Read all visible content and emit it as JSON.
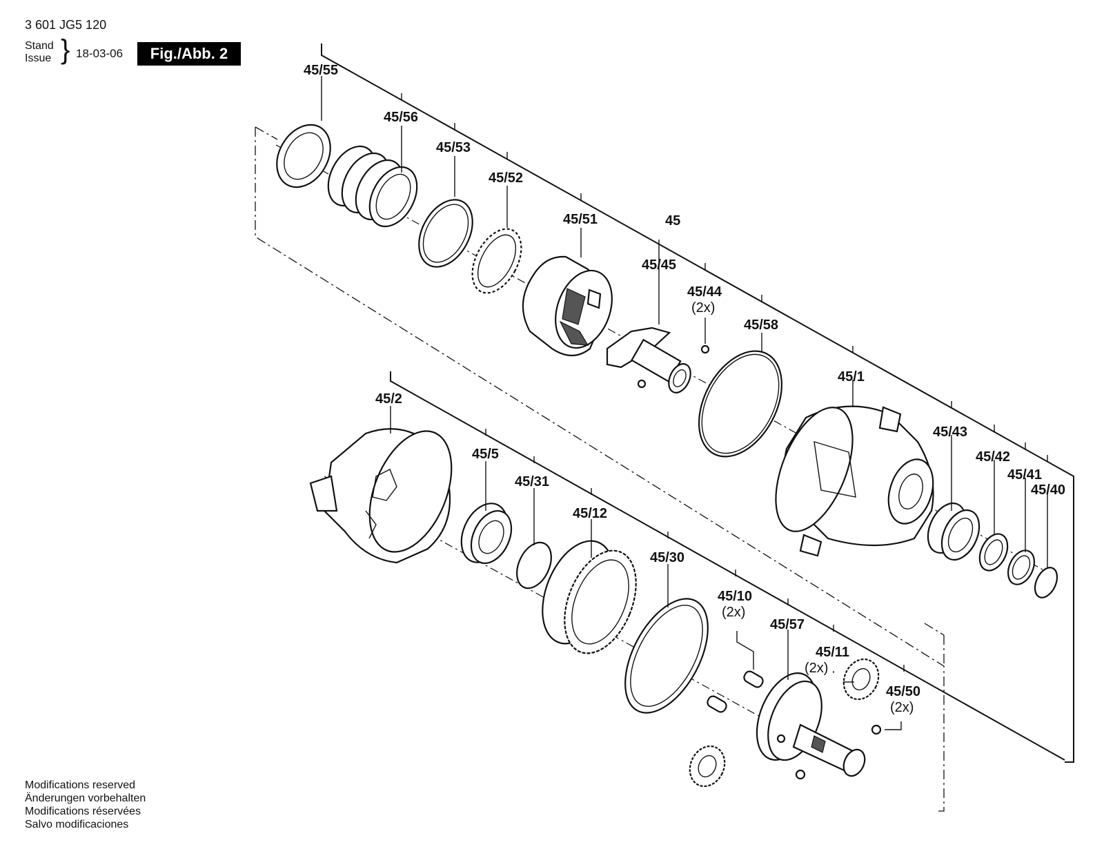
{
  "header": {
    "doc_number": "3 601 JG5 120",
    "stand_label": "Stand",
    "issue_label": "Issue",
    "brace": "}",
    "date": "18-03-06",
    "figure_label": "Fig./Abb. 2"
  },
  "footer": {
    "notes": [
      "Modifications reserved",
      "Änderungen vorbehalten",
      "Modifications réservées",
      "Salvo modificaciones"
    ]
  },
  "parts": {
    "p_45_55": "45/55",
    "p_45_56": "45/56",
    "p_45_53": "45/53",
    "p_45_52": "45/52",
    "p_45_51": "45/51",
    "p_45": "45",
    "p_45_45": "45/45",
    "p_45_44": "45/44",
    "p_45_44_qty": "(2x)",
    "p_45_58": "45/58",
    "p_45_1": "45/1",
    "p_45_43": "45/43",
    "p_45_42": "45/42",
    "p_45_41": "45/41",
    "p_45_40": "45/40",
    "p_45_2": "45/2",
    "p_45_5": "45/5",
    "p_45_31": "45/31",
    "p_45_12": "45/12",
    "p_45_30": "45/30",
    "p_45_10": "45/10",
    "p_45_10_qty": "(2x)",
    "p_45_57": "45/57",
    "p_45_11": "45/11",
    "p_45_11_qty": "(2x)",
    "p_45_50": "45/50",
    "p_45_50_qty": "(2x)"
  }
}
